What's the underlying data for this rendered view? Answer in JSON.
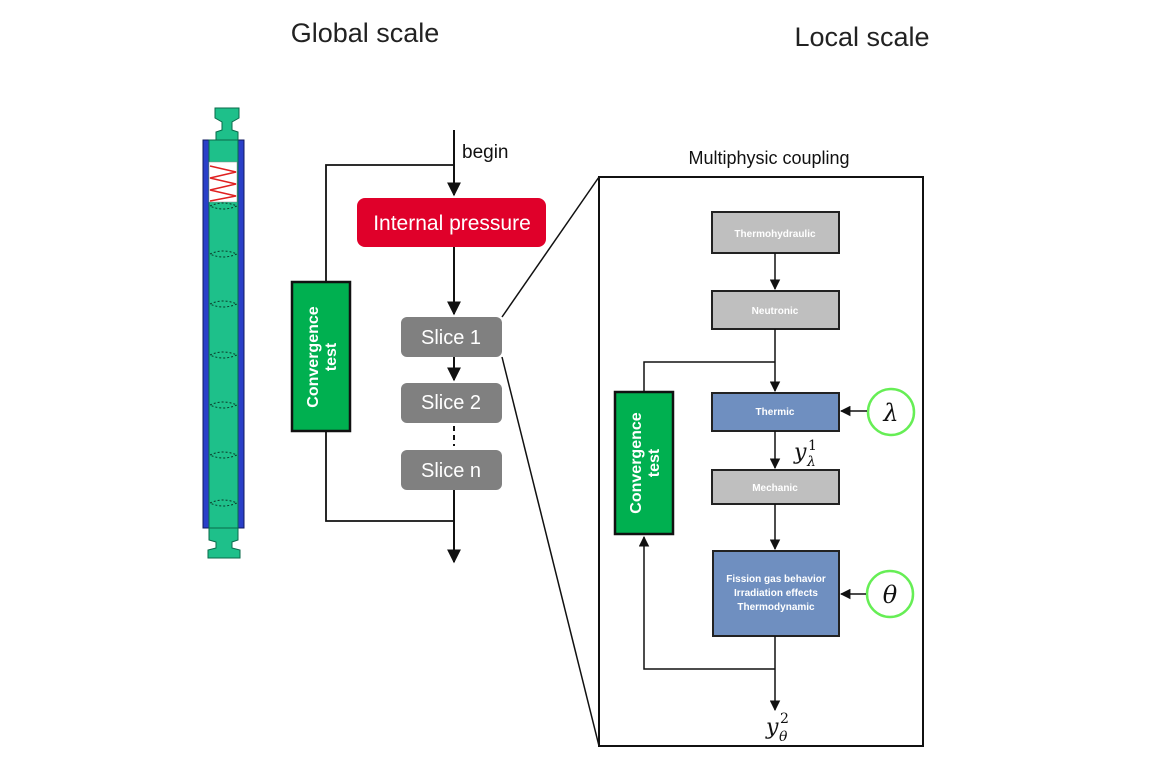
{
  "headings": {
    "global": "Global scale",
    "local": "Local scale"
  },
  "global_loop": {
    "begin_label": "begin",
    "internal_pressure": "Internal pressure",
    "convergence_line1": "Convergence",
    "convergence_line2": "test",
    "slices": [
      "Slice 1",
      "Slice 2",
      "Slice n"
    ]
  },
  "local_loop": {
    "title": "Multiphysic coupling",
    "blocks": {
      "thermohydraulic": "Thermohydraulic",
      "neutronic": "Neutronic",
      "thermic": "Thermic",
      "mechanic": "Mechanic",
      "fission_line1": "Fission gas behavior",
      "fission_line2": "Irradiation effects",
      "fission_line3": "Thermodynamic"
    },
    "convergence_line1": "Convergence",
    "convergence_line2": "test",
    "params": {
      "lambda": "λ",
      "theta": "θ"
    },
    "outputs": {
      "y1_base": "y",
      "y1_sup": "1",
      "y1_sub": "λ",
      "y2_base": "y",
      "y2_sup": "2",
      "y2_sub": "θ"
    }
  },
  "colors": {
    "rod_green": "#1ec08a",
    "rod_blue": "#2a3fc8",
    "spring_red": "#e02020",
    "pressure_red": "#e0002a",
    "slice_gray": "#808080",
    "convergence_green": "#00b050",
    "block_gray": "#bfbfbf",
    "block_blue": "#6f8fc0",
    "param_ring": "#66ee55"
  }
}
